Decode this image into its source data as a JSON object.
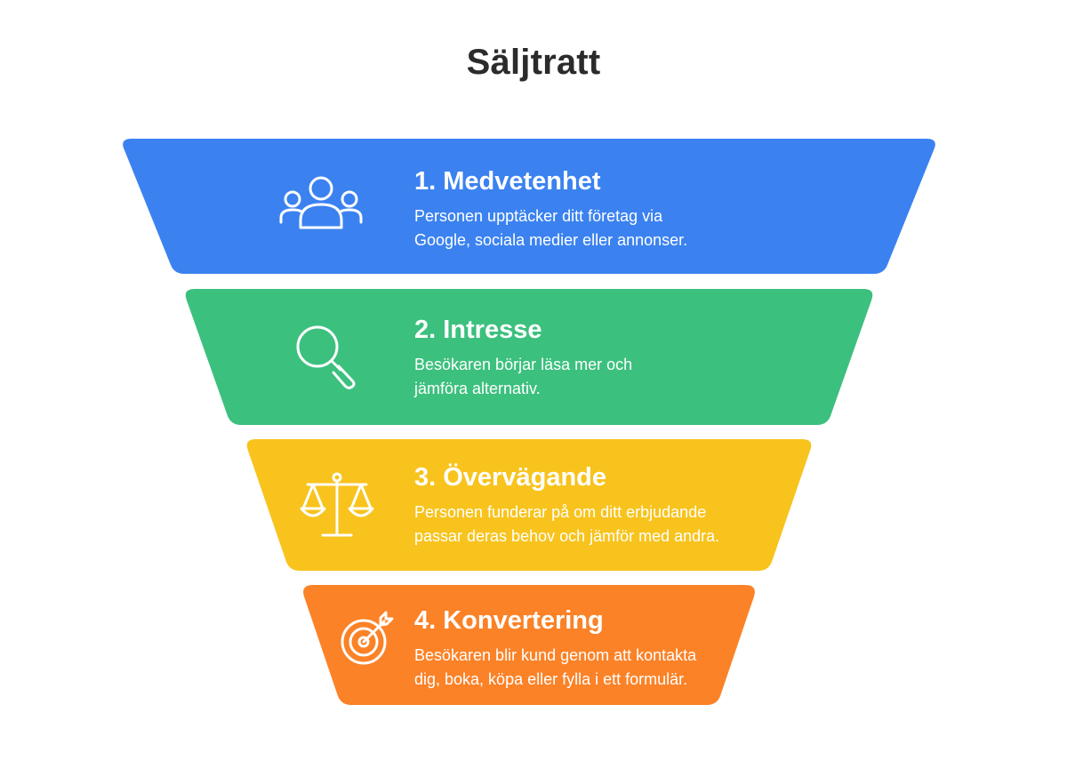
{
  "title": "Säljtratt",
  "stages": [
    {
      "title": "1. Medvetenhet",
      "description": [
        "Personen upptäcker ditt företag via",
        "Google, sociala medier eller annonser."
      ],
      "icon": "people-icon",
      "color": "#3b82f0"
    },
    {
      "title": "2. Intresse",
      "description": [
        "Besökaren börjar läsa mer och",
        "jämföra alternativ."
      ],
      "icon": "magnifier-icon",
      "color": "#3cc07e"
    },
    {
      "title": "3. Övervägande",
      "description": [
        "Personen funderar på om ditt erbjudande",
        "passar deras behov och jämför med andra."
      ],
      "icon": "scale-icon",
      "color": "#f8c31c"
    },
    {
      "title": "4. Konvertering",
      "description": [
        "Besökaren blir kund genom att kontakta",
        "dig, boka, köpa eller fylla i ett formulär."
      ],
      "icon": "target-icon",
      "color": "#fb8227"
    }
  ]
}
